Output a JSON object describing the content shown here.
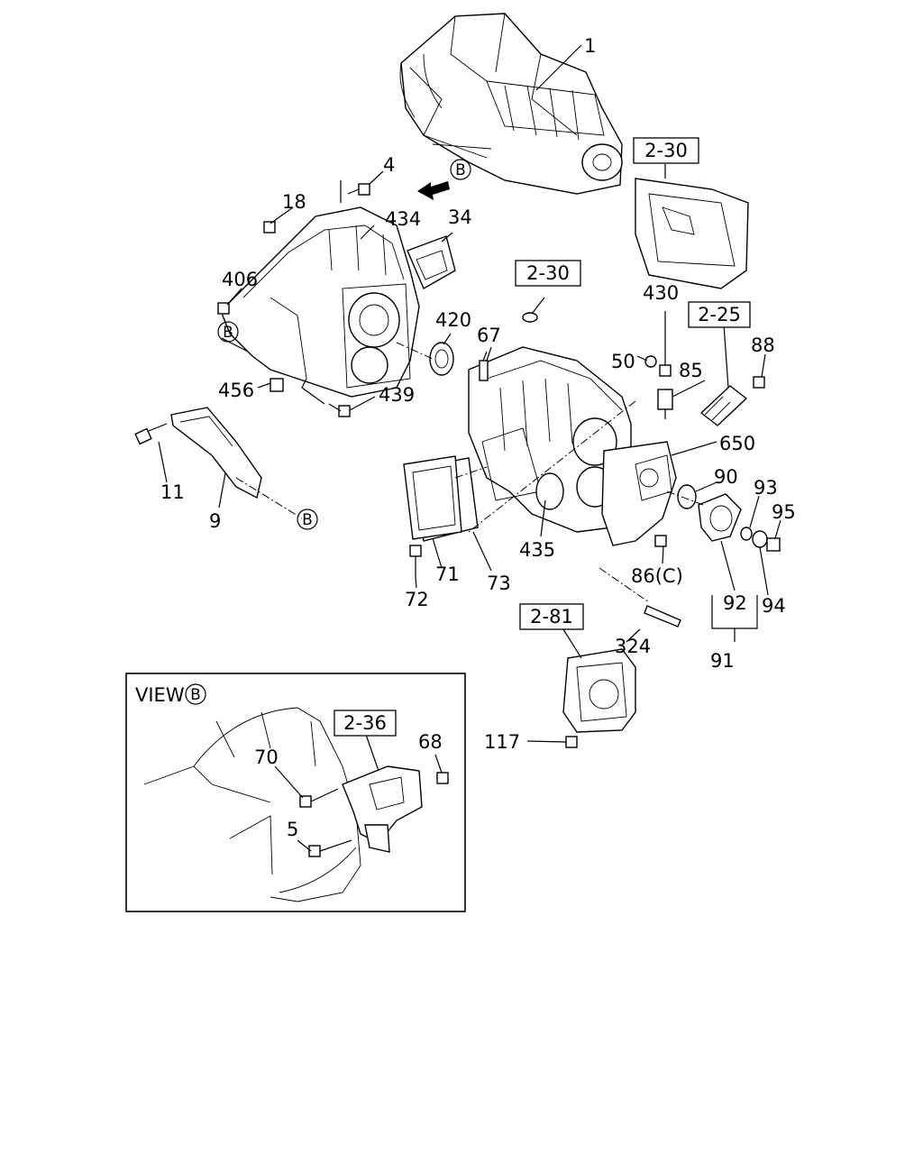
{
  "diagram": {
    "ref_boxes": [
      "2-30",
      "2-30",
      "2-25",
      "2-81",
      "2-36"
    ],
    "callouts": [
      "1",
      "4",
      "18",
      "434",
      "34",
      "406",
      "420",
      "67",
      "50",
      "430",
      "88",
      "85",
      "456",
      "439",
      "650",
      "11",
      "9",
      "90",
      "93",
      "95",
      "435",
      "71",
      "73",
      "72",
      "86(C)",
      "92",
      "94",
      "324",
      "91",
      "117",
      "70",
      "68",
      "5"
    ],
    "view_marker_letter": "B",
    "inset": {
      "title": "VIEW"
    },
    "arrow_letter": "B"
  }
}
